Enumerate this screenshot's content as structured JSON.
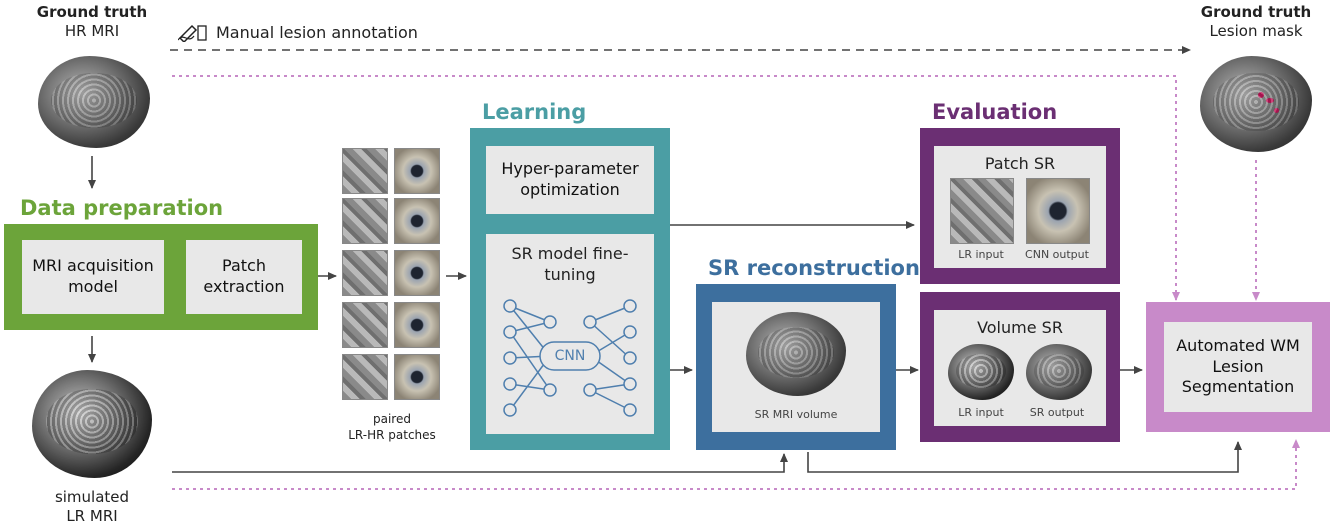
{
  "top_left": {
    "line1": "Ground truth",
    "line2": "HR MRI"
  },
  "top_right": {
    "line1": "Ground truth",
    "line2": "Lesion mask"
  },
  "manual_annotation": "Manual lesion annotation",
  "data_preparation": {
    "title": "Data preparation",
    "box1": "MRI acquisition model",
    "box2": "Patch extraction"
  },
  "patches_caption": {
    "line1": "paired",
    "line2": "LR-HR patches"
  },
  "learning": {
    "title": "Learning",
    "box1": "Hyper-parameter optimization",
    "box2": "SR model fine-tuning",
    "cnn": "CNN"
  },
  "sr_reconstruction": {
    "title": "SR reconstruction",
    "caption": "SR MRI volume"
  },
  "evaluation": {
    "title": "Evaluation",
    "patch_sr": {
      "title": "Patch SR",
      "left": "LR input",
      "right": "CNN output"
    },
    "volume_sr": {
      "title": "Volume SR",
      "left": "LR input",
      "right": "SR output"
    }
  },
  "segmentation": "Automated WM Lesion Segmentation",
  "bottom_left": {
    "line1": "simulated",
    "line2": "LR MRI"
  },
  "colors": {
    "green": "#6ca43a",
    "teal": "#4b9ea4",
    "blue": "#3d6f9e",
    "purple": "#6b2f73",
    "pink": "#c88ac9",
    "arrow": "#444444"
  }
}
